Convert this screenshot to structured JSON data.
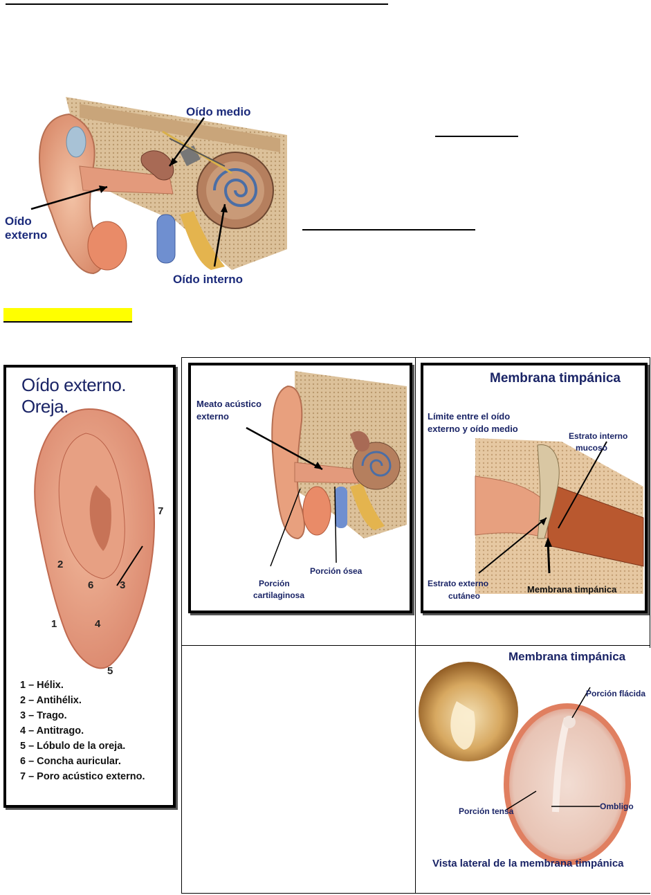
{
  "figure_top": {
    "labels": {
      "middle": "Oído medio",
      "external_1": "Oído",
      "external_2": "externo",
      "inner": "Oído interno"
    }
  },
  "table": {
    "pinna": {
      "title": "Oído externo. Oreja.",
      "numbers": [
        "1",
        "2",
        "3",
        "4",
        "5",
        "6",
        "7"
      ],
      "legend": [
        "1 – Hélix.",
        "2 – Antihélix.",
        "3 – Trago.",
        "4 – Antitrago.",
        "5 – Lóbulo de la oreja.",
        "6 – Concha auricular.",
        "7 – Poro acústico externo."
      ]
    },
    "canal": {
      "label_meato_1": "Meato acústico",
      "label_meato_2": "externo",
      "label_ossea": "Porción ósea",
      "label_cart_1": "Porción",
      "label_cart_2": "cartilaginosa"
    },
    "membrane": {
      "title": "Membrana timpánica",
      "limit_1": "Límite entre el oído",
      "limit_2": "externo y oído medio",
      "inner_1": "Estrato interno",
      "inner_2": "mucoso",
      "outer_1": "Estrato externo",
      "outer_2": "cutáneo",
      "membrane_label": "Membrana timpánica"
    },
    "tympanic_view": {
      "title": "Membrana timpánica",
      "flaccida": "Porción flácida",
      "tensa": "Porción tensa",
      "ombligo": "Ombligo",
      "caption": "Vista lateral de la membrana timpánica"
    }
  },
  "colors": {
    "highlight": "#ffff00",
    "label_blue": "#1b2a7a",
    "skin": "#e8a07e",
    "bone": "#d9b98f"
  }
}
